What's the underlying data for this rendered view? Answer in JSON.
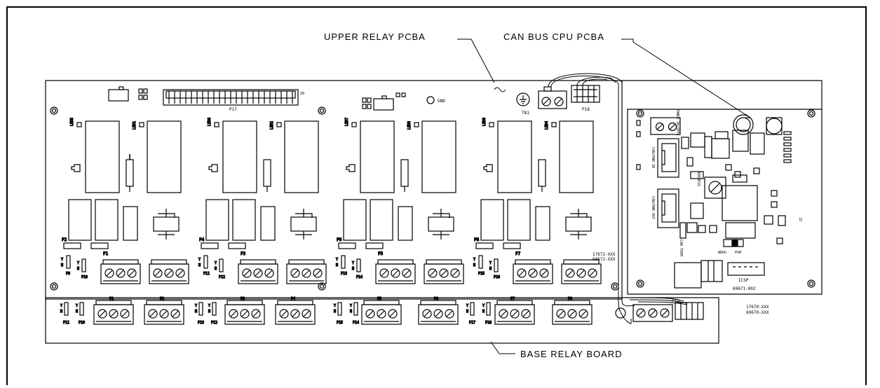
{
  "callouts": {
    "upper_relay": "UPPER RELAY PCBA",
    "can_bus_cpu": "CAN BUS CPU PCBA",
    "base_relay": "BASE RELAY BOARD"
  },
  "upper_board": {
    "header_label": "P17",
    "header_pin_count": "20",
    "gnd_label": "GND",
    "tb_label": "TB1",
    "p18_label": "P18",
    "part_numbers": [
      "17672-XXX",
      "69672-XXX"
    ],
    "leds": [
      "LED5",
      "LED1",
      "LED6",
      "LED2",
      "LED7",
      "LED3",
      "LED8",
      "LED4"
    ],
    "fuses": [
      "F2",
      "F1",
      "F4",
      "F3",
      "F6",
      "F5",
      "F8",
      "F7"
    ],
    "jumpers": [
      "P9",
      "P10",
      "P11",
      "P12",
      "P13",
      "P14",
      "P15",
      "P16"
    ],
    "yn": [
      "Y",
      "N"
    ]
  },
  "base_board": {
    "terminals": [
      "P1",
      "P2",
      "P3",
      "P4",
      "P5",
      "P6",
      "P7",
      "P8"
    ],
    "jumpers": [
      "P11",
      "P10",
      "P13",
      "P12",
      "P15",
      "P14",
      "P17",
      "P16"
    ],
    "part_numbers": [
      "17670-XXX",
      "69670-XXX"
    ],
    "p19_label": "P19"
  },
  "cpu_board": {
    "power_label": "POWER IN(OPT)",
    "can_in": "CAN/PWR IN",
    "can_out": "CAN/PWR OUT",
    "address": "ADDRESS",
    "can_term": "CAN TERM",
    "wdog": "WDOG",
    "pgm": "PGM",
    "icsp": "ICSP",
    "part_number": "69671-002",
    "j2": "J2"
  }
}
